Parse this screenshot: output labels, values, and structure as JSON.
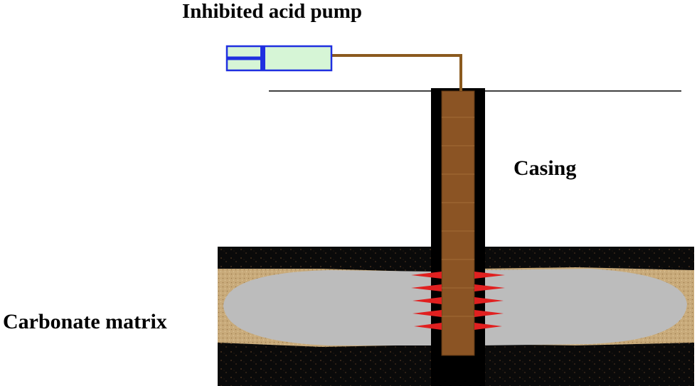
{
  "labels": {
    "pump": "Inhibited acid pump",
    "casing": "Casing",
    "matrix": "Carbonate matrix"
  },
  "colors": {
    "pump_outline": "#1f2fe0",
    "pump_body": "#d6f5d6",
    "feed_pipe": "#8b5a1e",
    "tubing": "#8b5424",
    "casing": "#000000",
    "formation": "#0a0a0a",
    "formation_speckle": "#5a3a20",
    "sand_layer": "#c8aa7a",
    "acidized_zone": "#bcbcbc",
    "perforations": "#e02020"
  },
  "icons": {
    "pump": "pump-icon",
    "perforation": "perforation-spike"
  }
}
